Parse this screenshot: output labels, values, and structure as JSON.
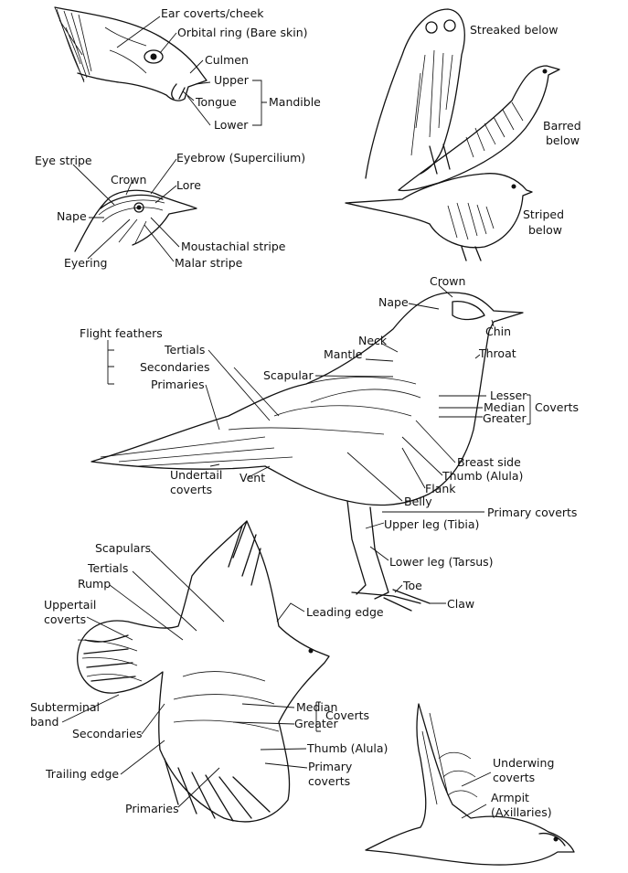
{
  "head": {
    "ear_coverts": "Ear coverts/cheek",
    "orbital_ring": "Orbital ring (Bare skin)",
    "culmen": "Culmen",
    "upper": "Upper",
    "tongue": "Tongue",
    "mandible": "Mandible",
    "lower": "Lower"
  },
  "face": {
    "eye_stripe": "Eye stripe",
    "crown": "Crown",
    "eyebrow": "Eyebrow (Supercilium)",
    "lore": "Lore",
    "nape": "Nape",
    "moustachial": "Moustachial stripe",
    "eyering": "Eyering",
    "malar": "Malar stripe"
  },
  "patterns": {
    "streaked": "Streaked below",
    "barred_1": "Barred",
    "barred_2": "below",
    "striped_1": "Striped",
    "striped_2": "below"
  },
  "body": {
    "crown": "Crown",
    "nape": "Nape",
    "chin": "Chin",
    "neck": "Neck",
    "mantle": "Mantle",
    "throat": "Throat",
    "flight_feathers": "Flight feathers",
    "tertials": "Tertials",
    "secondaries": "Secondaries",
    "primaries": "Primaries",
    "scapular": "Scapular",
    "lesser": "Lesser",
    "median": "Median",
    "coverts": "Coverts",
    "greater": "Greater",
    "breast_side": "Breast side",
    "thumb": "Thumb (Alula)",
    "flank": "Flank",
    "undertail_1": "Undertail",
    "undertail_2": "coverts",
    "vent": "Vent",
    "belly": "Belly",
    "primary_coverts": "Primary coverts",
    "upper_leg": "Upper leg (Tibia)",
    "lower_leg": "Lower leg (Tarsus)",
    "toe": "Toe",
    "claw": "Claw"
  },
  "flight": {
    "scapulars": "Scapulars",
    "tertials": "Tertials",
    "rump": "Rump",
    "uppertail_1": "Uppertail",
    "uppertail_2": "coverts",
    "leading_edge": "Leading edge",
    "subterminal_1": "Subterminal",
    "subterminal_2": "band",
    "secondaries": "Secondaries",
    "median": "Median",
    "coverts": "Coverts",
    "greater": "Greater",
    "thumb": "Thumb (Alula)",
    "primary_coverts_1": "Primary",
    "primary_coverts_2": "coverts",
    "trailing_edge": "Trailing edge",
    "primaries": "Primaries"
  },
  "underwing": {
    "underwing_1": "Underwing",
    "underwing_2": "coverts",
    "armpit_1": "Armpit",
    "armpit_2": "(Axillaries)"
  }
}
